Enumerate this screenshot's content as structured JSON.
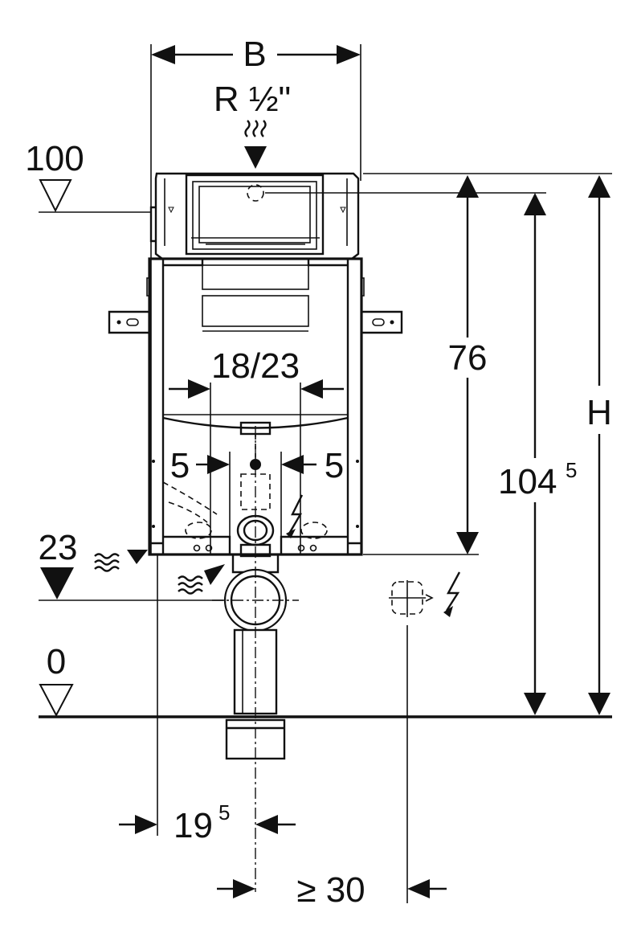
{
  "dimensions": {
    "width_label": "B",
    "connection_label": "R ½\"",
    "level_100": "100",
    "level_23": "23",
    "level_0": "0",
    "height_76": "76",
    "height_104": "104",
    "height_104_sup": "5",
    "height_label": "H",
    "spacing_18_23": "18/23",
    "offset_left": "5",
    "offset_right": "5",
    "depth_19": "19",
    "depth_19_sup": "5",
    "min_distance": "≥ 30"
  },
  "icons": {
    "water_supply": "water-inlet-wavy-icon",
    "power": "lightning-bolt-icon",
    "level_marker_open": "open-triangle-level-icon",
    "level_marker_filled": "filled-triangle-level-icon",
    "drain": "drain-pipe-icon"
  }
}
